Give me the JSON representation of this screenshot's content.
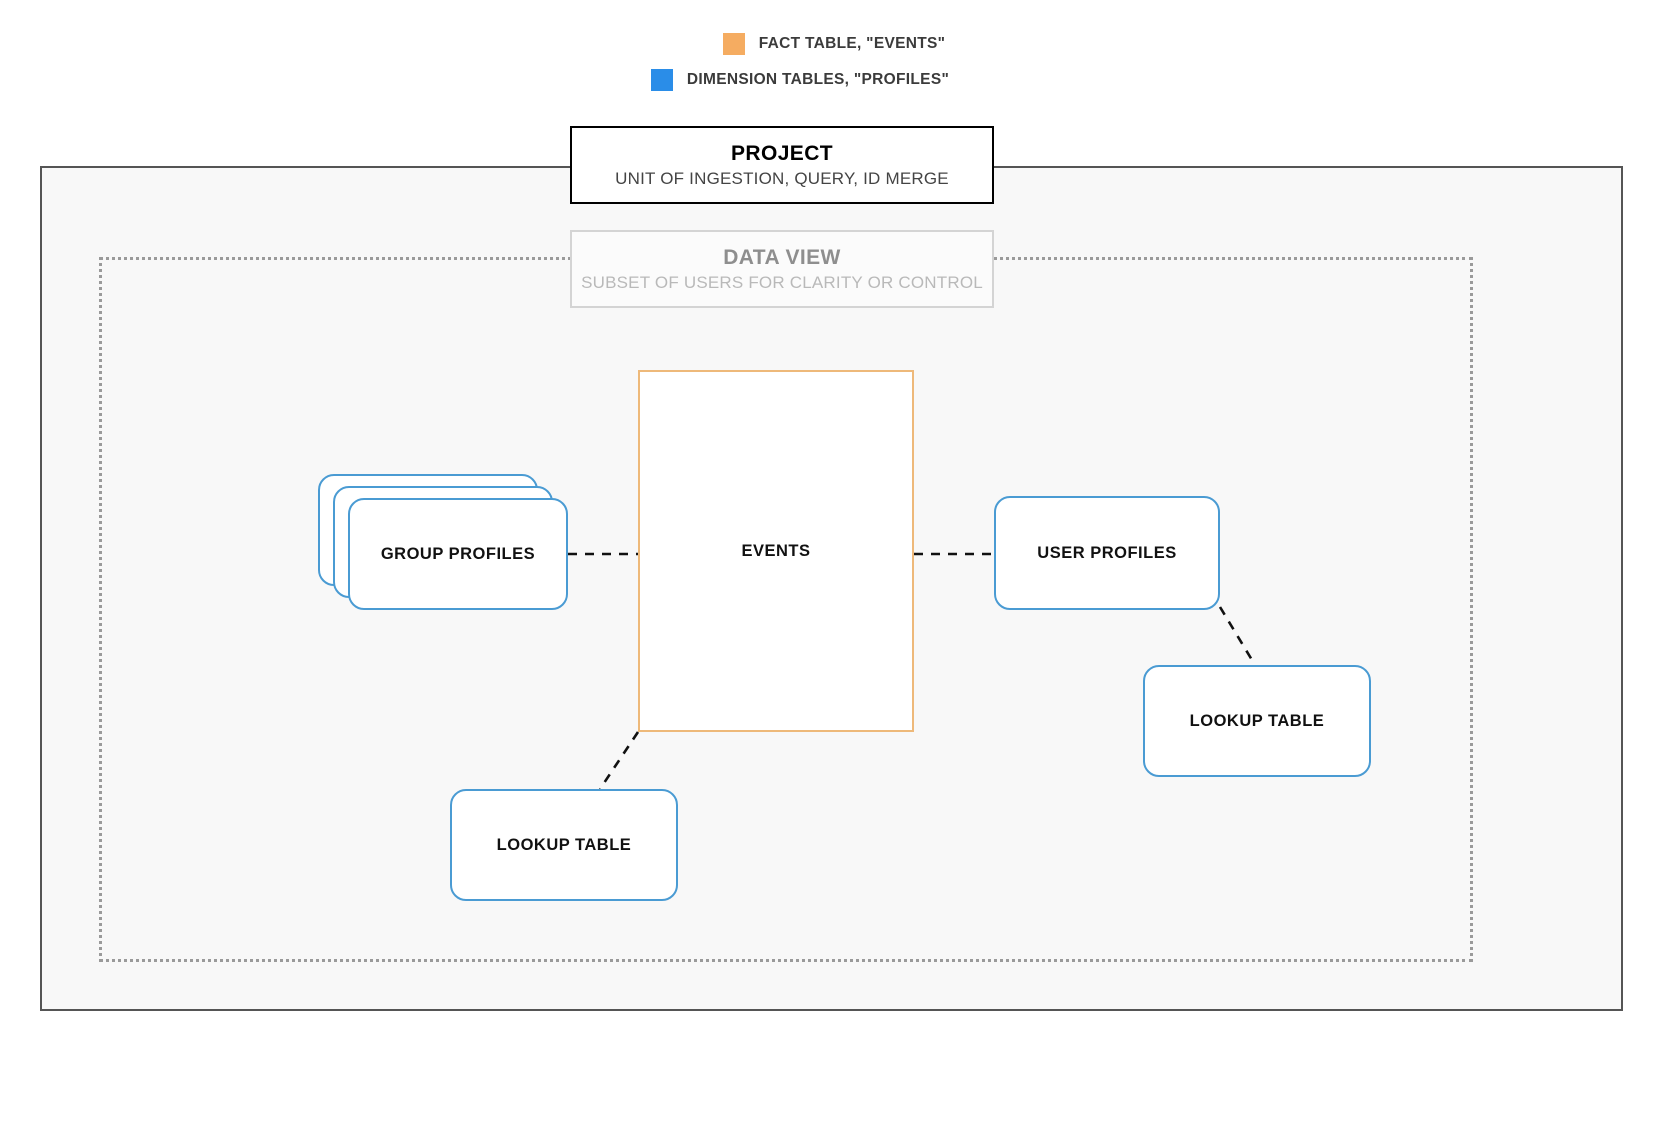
{
  "legend": {
    "items": [
      {
        "icon": "orange-square-swatch",
        "color": "#f5ac61",
        "label": "FACT TABLE, \"EVENTS\""
      },
      {
        "icon": "blue-square-swatch",
        "color": "#2a8de8",
        "label": "DIMENSION TABLES, \"PROFILES\""
      }
    ]
  },
  "project": {
    "title": "PROJECT",
    "subtitle": "UNIT OF INGESTION, QUERY, ID MERGE",
    "border_color": "#000000",
    "container_border_color": "#555555",
    "container_fill": "#f8f8f8"
  },
  "data_view": {
    "title": "DATA VIEW",
    "subtitle": "SUBSET OF USERS FOR CLARITY OR CONTROL",
    "border_color": "#d4d4d4",
    "container_border_color": "#9a9a9a"
  },
  "nodes": {
    "events": {
      "label": "EVENTS",
      "type": "fact-table",
      "color": "#eeb97a"
    },
    "group_profiles": {
      "label": "GROUP PROFILES",
      "type": "dimension-table-stack",
      "color": "#4a9bd3",
      "stack_count": 3
    },
    "user_profiles": {
      "label": "USER PROFILES",
      "type": "dimension-table",
      "color": "#4a9bd3"
    },
    "lookup_left": {
      "label": "LOOKUP TABLE",
      "type": "dimension-table",
      "color": "#4a9bd3"
    },
    "lookup_right": {
      "label": "LOOKUP TABLE",
      "type": "dimension-table",
      "color": "#4a9bd3"
    }
  },
  "connectors": {
    "style": "dashed",
    "color": "#111111",
    "edges": [
      {
        "from": "group_profiles",
        "to": "events"
      },
      {
        "from": "events",
        "to": "user_profiles"
      },
      {
        "from": "events",
        "to": "lookup_left"
      },
      {
        "from": "user_profiles",
        "to": "lookup_right"
      }
    ]
  }
}
